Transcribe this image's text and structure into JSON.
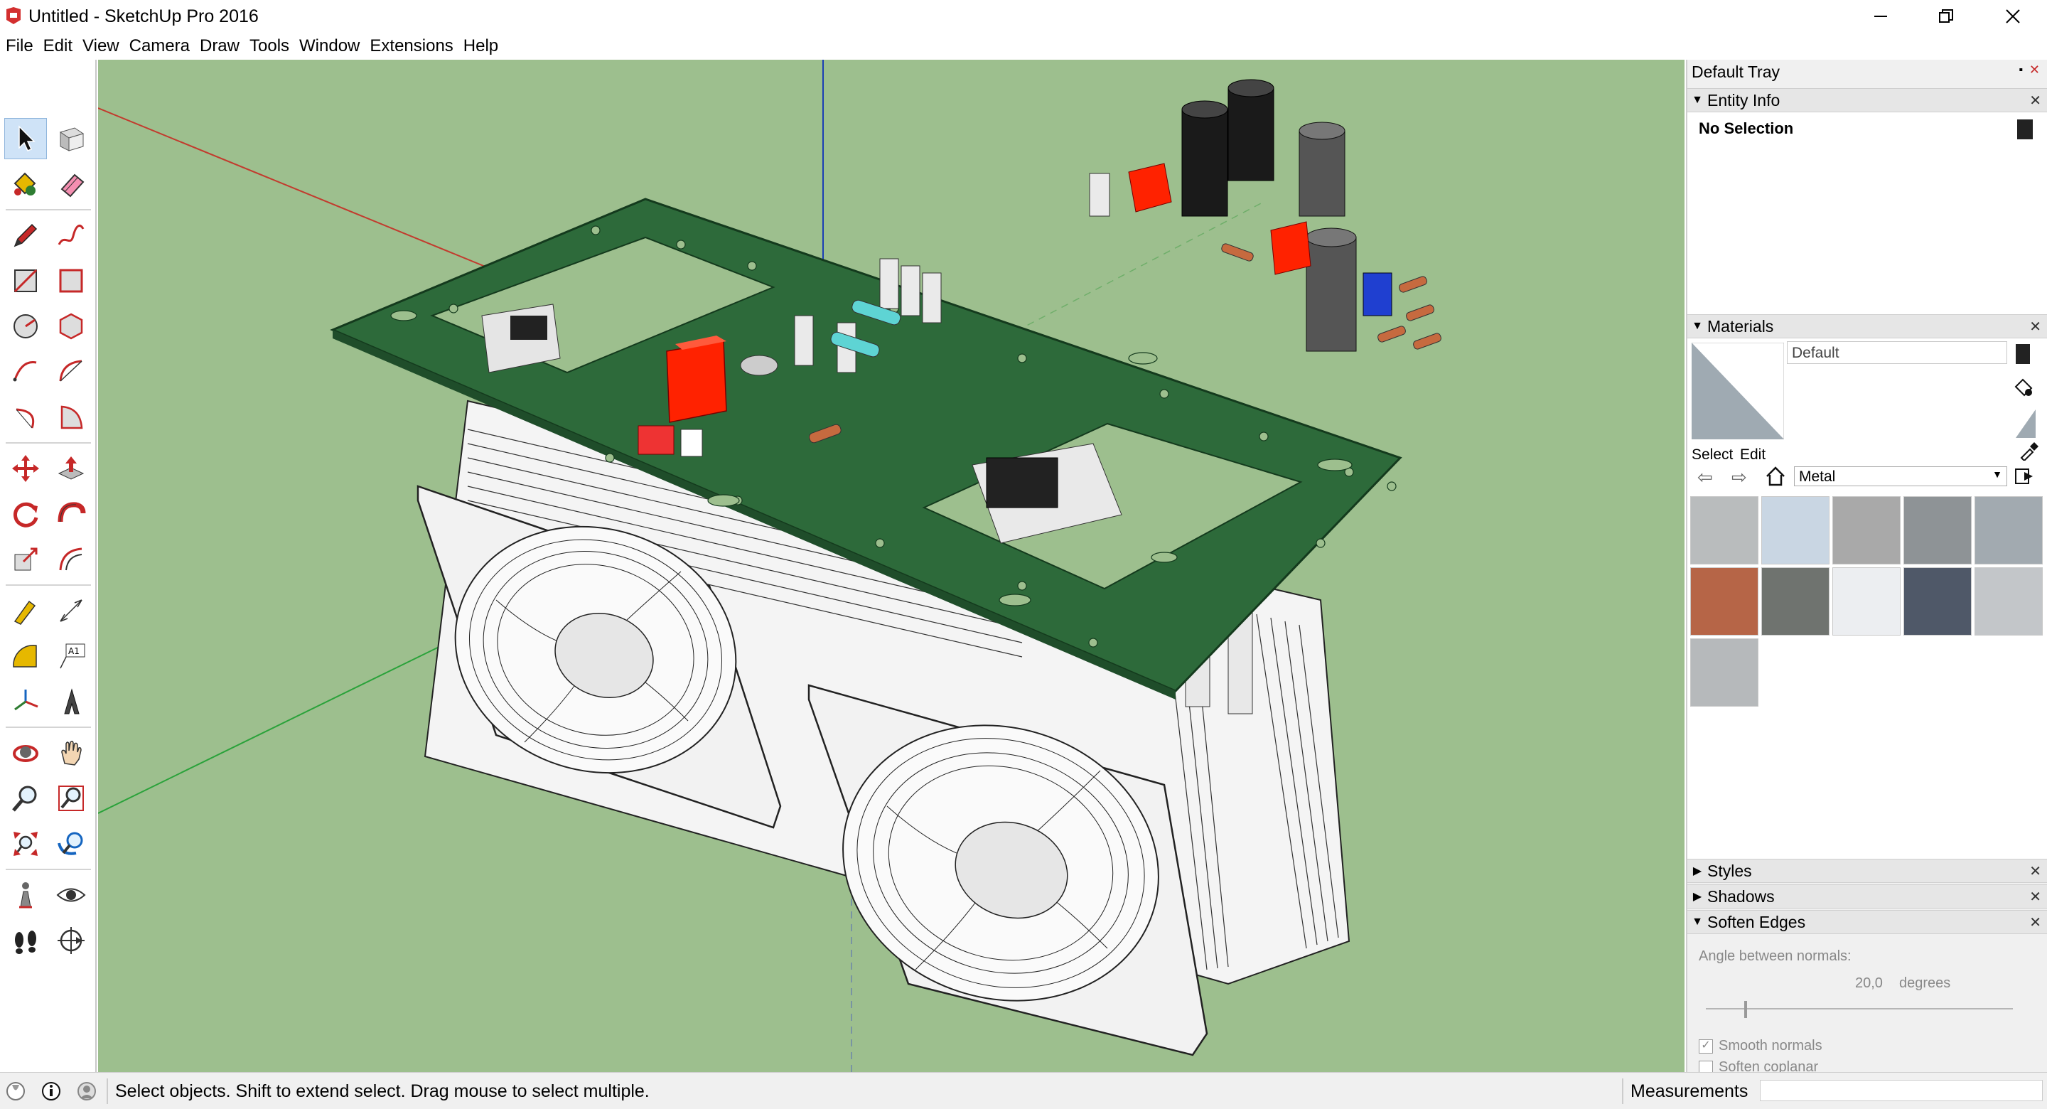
{
  "window": {
    "title": "Untitled - SketchUp Pro 2016",
    "controls": [
      "minimize",
      "restore",
      "close"
    ]
  },
  "menu": [
    "File",
    "Edit",
    "View",
    "Camera",
    "Draw",
    "Tools",
    "Window",
    "Extensions",
    "Help"
  ],
  "toolbar": {
    "tools": [
      "select-icon",
      "make-component-icon",
      "paint-bucket-icon",
      "eraser-icon",
      "line-icon",
      "freehand-icon",
      "rectangle-icon",
      "rotated-rectangle-icon",
      "circle-icon",
      "polygon-icon",
      "arc-icon",
      "two-point-arc-icon",
      "three-point-arc-icon",
      "pie-icon",
      "move-icon",
      "push-pull-icon",
      "rotate-icon",
      "follow-me-icon",
      "scale-icon",
      "offset-icon",
      "tape-measure-icon",
      "dimension-icon",
      "protractor-icon",
      "text-icon",
      "axes-icon",
      "3d-text-icon",
      "orbit-icon",
      "pan-icon",
      "zoom-icon",
      "zoom-window-icon",
      "zoom-extents-icon",
      "previous-view-icon",
      "position-camera-icon",
      "look-around-icon",
      "walk-icon",
      "section-plane-icon"
    ],
    "active_tool": "select-icon"
  },
  "tray": {
    "title": "Default Tray",
    "entity_info": {
      "header": "Entity Info",
      "selection": "No Selection"
    },
    "materials": {
      "header": "Materials",
      "material_name": "Default",
      "tabs": [
        "Select",
        "Edit"
      ],
      "library": "Metal",
      "swatch_colors": [
        "#b9bcbd",
        "#c9d6e3",
        "#a9a9a9",
        "#8e9396",
        "#a2aab0",
        "#b66547",
        "#6f736f",
        "#eceef1",
        "#4f5868",
        "#c3c6c9",
        "#b6b9bb"
      ]
    },
    "styles": {
      "header": "Styles"
    },
    "shadows": {
      "header": "Shadows"
    },
    "soften_edges": {
      "header": "Soften Edges",
      "angle_label": "Angle between normals:",
      "angle_value": "20,0",
      "angle_unit": "degrees",
      "smooth_normals_label": "Smooth normals",
      "soften_coplanar_label": "Soften coplanar",
      "smooth_normals_checked": true,
      "soften_coplanar_checked": false
    }
  },
  "status": {
    "message": "Select objects. Shift to extend select. Drag mouse to select multiple.",
    "measurements_label": "Measurements",
    "measurements_value": ""
  }
}
